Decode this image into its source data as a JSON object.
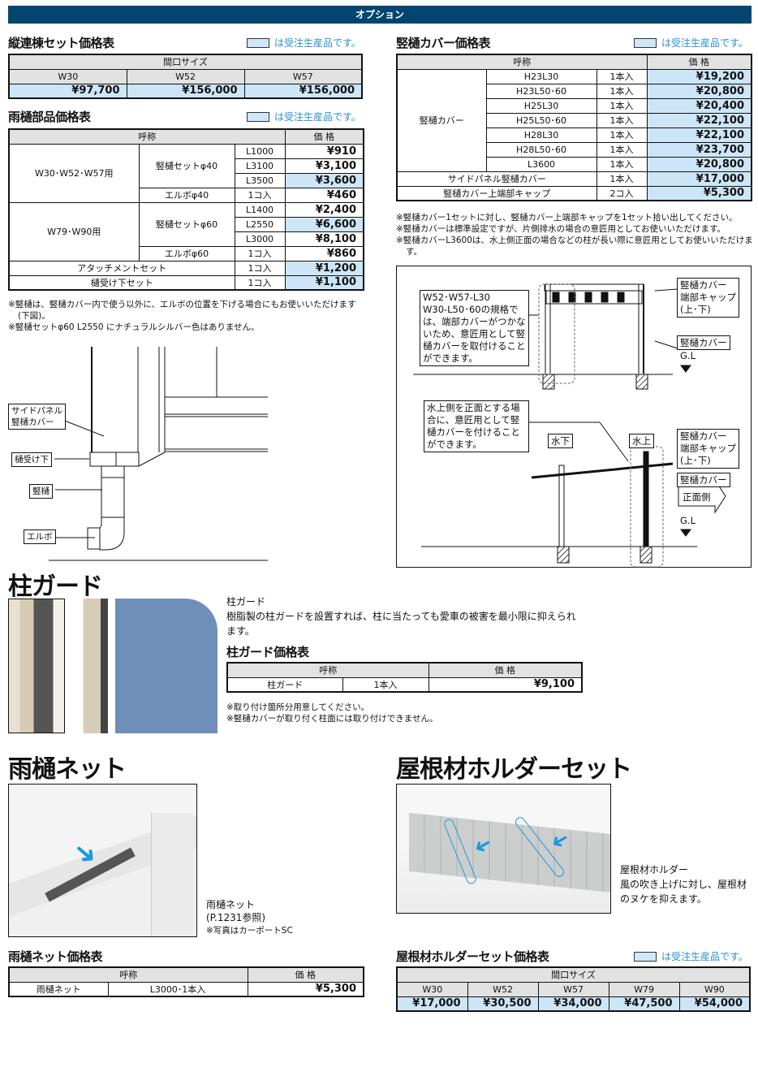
{
  "header": {
    "title": "オプション",
    "bar_color": "#024570"
  },
  "legend_text": "は受注生産品です。",
  "legend_color": "#cde6f7",
  "tate_renmune": {
    "title": "縦連棟セット価格表",
    "group_header": "間口サイズ",
    "columns": [
      "W30",
      "W52",
      "W57"
    ],
    "prices": [
      "¥97,700",
      "¥156,000",
      "¥156,000"
    ]
  },
  "amadoi_parts": {
    "title": "雨樋部品価格表",
    "headers": {
      "name": "呼称",
      "price": "価 格"
    },
    "groups": [
      {
        "label": "W30･W52･W57用",
        "set_label": "竪樋セットφ40",
        "rows": [
          {
            "size": "L1000",
            "price": "¥910",
            "highlight": false
          },
          {
            "size": "L3100",
            "price": "¥3,100",
            "highlight": false
          },
          {
            "size": "L3500",
            "price": "¥3,600",
            "highlight": true
          }
        ],
        "elbow": {
          "label": "エルボφ40",
          "qty": "1コ入",
          "price": "¥460"
        }
      },
      {
        "label": "W79･W90用",
        "set_label": "竪樋セットφ60",
        "rows": [
          {
            "size": "L1400",
            "price": "¥2,400",
            "highlight": false
          },
          {
            "size": "L2550",
            "price": "¥6,600",
            "highlight": true
          },
          {
            "size": "L3000",
            "price": "¥8,100",
            "highlight": false
          }
        ],
        "elbow": {
          "label": "エルボφ60",
          "qty": "1コ入",
          "price": "¥860"
        }
      }
    ],
    "extras": [
      {
        "label": "アタッチメントセット",
        "qty": "1コ入",
        "price": "¥1,200"
      },
      {
        "label": "樋受け下セット",
        "qty": "1コ入",
        "price": "¥1,100"
      }
    ],
    "notes": [
      "※竪樋は、竪樋カバー内で使う以外に、エルボの位置を下げる場合にもお使いいただけます(下図)。",
      "※竪樋セットφ60 L2550 にナチュラルシルバー色はありません。"
    ]
  },
  "left_diagram": {
    "labels": [
      "サイドパネル\n竪樋カバー",
      "樋受け下",
      "竪樋",
      "エルボ"
    ]
  },
  "tatedoi_cover": {
    "title": "竪樋カバー価格表",
    "headers": {
      "name": "呼称",
      "price": "価 格"
    },
    "group_label": "竪樋カバー",
    "rows": [
      {
        "size": "H23L30",
        "qty": "1本入",
        "price": "¥19,200"
      },
      {
        "size": "H23L50･60",
        "qty": "1本入",
        "price": "¥20,800"
      },
      {
        "size": "H25L30",
        "qty": "1本入",
        "price": "¥20,400"
      },
      {
        "size": "H25L50･60",
        "qty": "1本入",
        "price": "¥22,100"
      },
      {
        "size": "H28L30",
        "qty": "1本入",
        "price": "¥22,100"
      },
      {
        "size": "H28L50･60",
        "qty": "1本入",
        "price": "¥23,700"
      },
      {
        "size": "L3600",
        "qty": "1本入",
        "price": "¥20,800"
      }
    ],
    "extras": [
      {
        "label": "サイドパネル竪樋カバー",
        "qty": "1本入",
        "price": "¥17,000"
      },
      {
        "label": "竪樋カバー上端部キャップ",
        "qty": "2コ入",
        "price": "¥5,300"
      }
    ],
    "notes": [
      "※竪樋カバー1セットに対し、竪樋カバー上端部キャップを1セット拾い出してください。",
      "※竪樋カバーは標準設定ですが、片側排水の場合の意匠用としてお使いいただけます。",
      "※竪樋カバーL3600は、水上側正面の場合などの柱が長い際に意匠用としてお使いいただけます。"
    ]
  },
  "right_diagram": {
    "top_note": "W52･W57-L30\nW30-L50･60の規格では、端部カバーがつかないため、意匠用として竪樋カバーを取付けることができます。",
    "cap_label": "竪樋カバー\n端部キャップ\n(上･下)",
    "cover_label": "竪樋カバー",
    "gl": "G.L",
    "bottom_note": "水上側を正面とする場合に、意匠用として竪樋カバーを付けることができます。",
    "mizushita": "水下",
    "mizukami": "水上",
    "front": "正面側"
  },
  "hashira_guard": {
    "title": "柱ガード",
    "desc_title": "柱ガード",
    "desc": "樹脂製の柱ガードを設置すれば、柱に当たっても愛車の被害を最小限に抑えられます。",
    "table_title": "柱ガード価格表",
    "headers": {
      "name": "呼称",
      "price": "価 格"
    },
    "row": {
      "label": "柱ガード",
      "qty": "1本入",
      "price": "¥9,100"
    },
    "notes": [
      "※取り付け箇所分用意してください。",
      "※竪樋カバーが取り付く柱面には取り付けできません。"
    ]
  },
  "amadoi_net": {
    "title": "雨樋ネット",
    "caption1": "雨樋ネット",
    "caption2": "(P.1231参照)",
    "caption3": "※写真はカーポートSC",
    "table_title": "雨樋ネット価格表",
    "headers": {
      "name": "呼称",
      "price": "価 格"
    },
    "row": {
      "label": "雨樋ネット",
      "qty": "L3000･1本入",
      "price": "¥5,300"
    }
  },
  "yane_holder": {
    "title": "屋根材ホルダーセット",
    "desc": "屋根材ホルダー\n風の吹き上げに対し、屋根材のヌケを抑えます。",
    "table_title": "屋根材ホルダーセット価格表",
    "group_header": "間口サイズ",
    "columns": [
      "W30",
      "W52",
      "W57",
      "W79",
      "W90"
    ],
    "prices": [
      "¥17,000",
      "¥30,500",
      "¥34,000",
      "¥47,500",
      "¥54,000"
    ]
  }
}
